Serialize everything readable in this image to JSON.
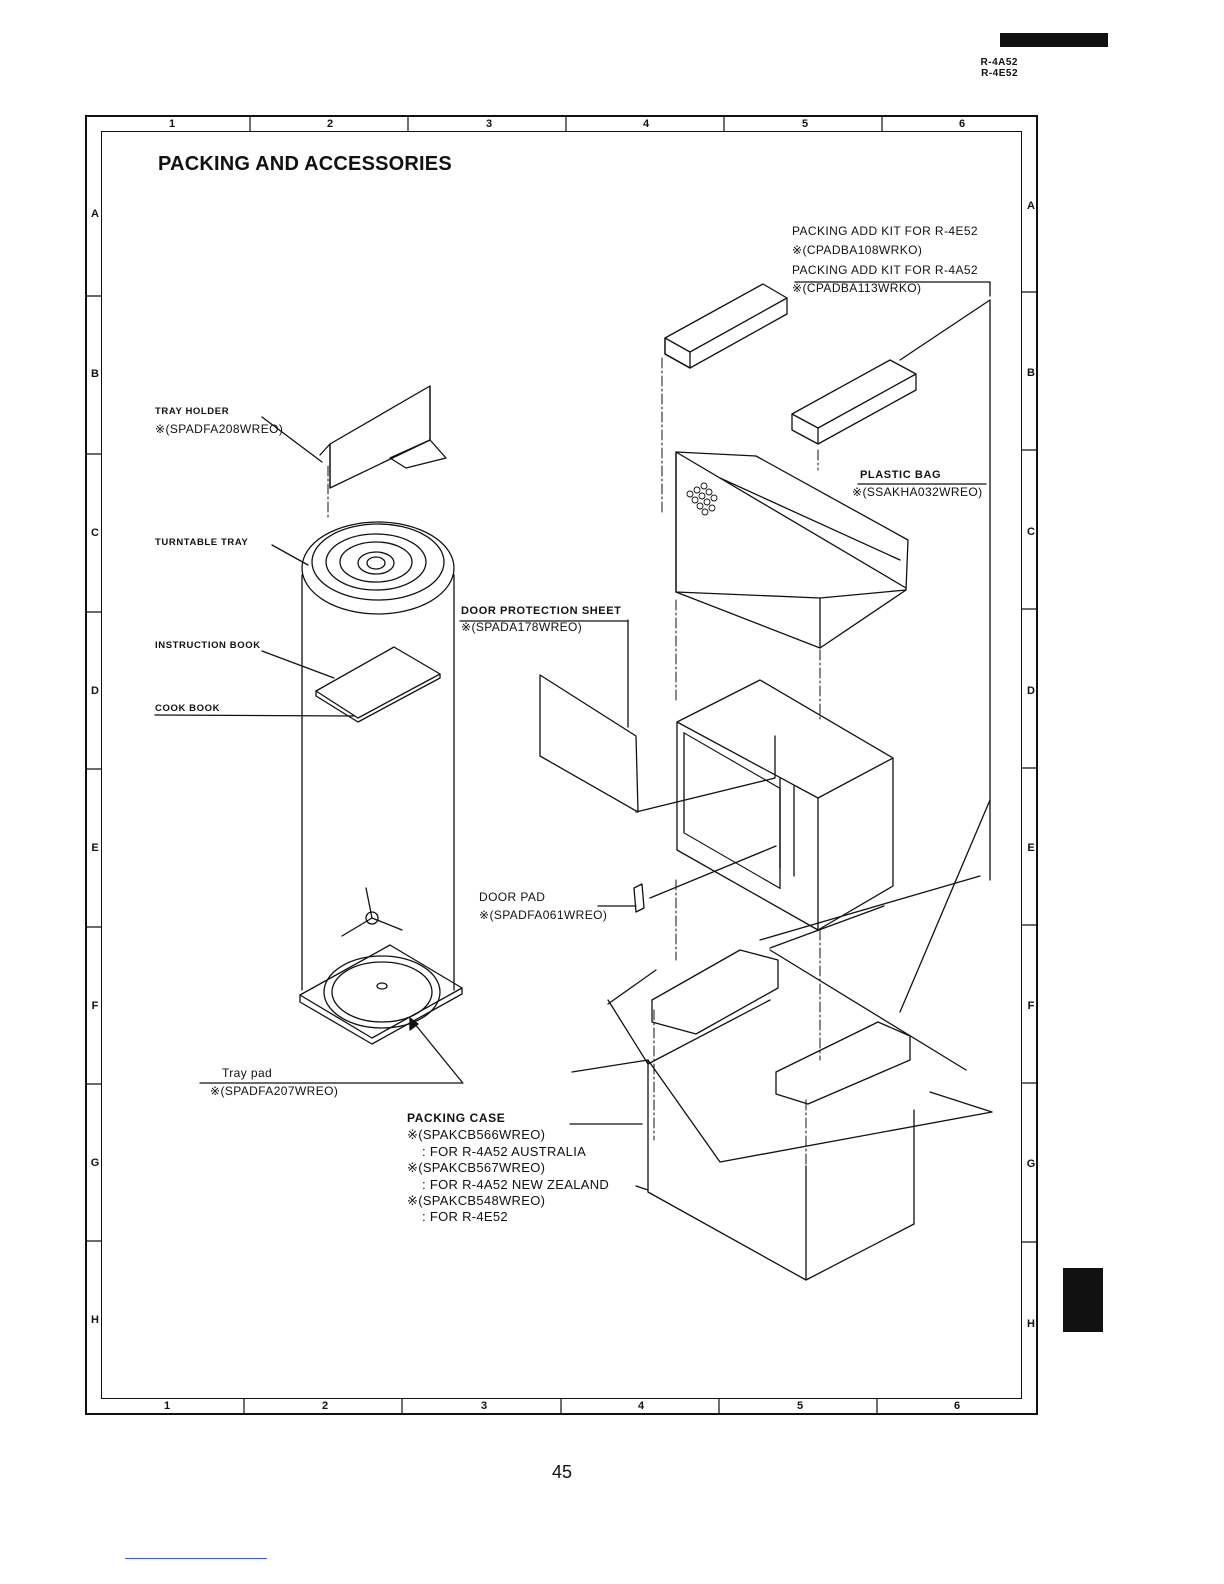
{
  "header": {
    "models": [
      "R-4A52",
      "R-4E52"
    ]
  },
  "grid": {
    "columns": [
      "1",
      "2",
      "3",
      "4",
      "5",
      "6"
    ],
    "rows": [
      "A",
      "B",
      "C",
      "D",
      "E",
      "F",
      "G",
      "H"
    ]
  },
  "title": "PACKING AND ACCESSORIES",
  "parts": {
    "packing_add_kit_e52": {
      "label": "PACKING ADD KIT FOR R-4E52",
      "code": "※(CPADBA108WRKO)"
    },
    "packing_add_kit_a52": {
      "label": "PACKING ADD KIT FOR R-4A52",
      "code": "※(CPADBA113WRKO)"
    },
    "tray_holder": {
      "label": "TRAY HOLDER",
      "code": "※(SPADFA208WREO)"
    },
    "plastic_bag": {
      "label": "PLASTIC BAG",
      "code": "※(SSAKHA032WREO)"
    },
    "turntable_tray": {
      "label": "TURNTABLE TRAY"
    },
    "door_protection_sheet": {
      "label": "DOOR PROTECTION SHEET",
      "code": "※(SPADA178WREO)"
    },
    "instruction_book": {
      "label": "INSTRUCTION BOOK"
    },
    "cook_book": {
      "label": "COOK BOOK"
    },
    "door_pad": {
      "label": "DOOR PAD",
      "code": "※(SPADFA061WREO)"
    },
    "tray_pad": {
      "label": "Tray pad",
      "code": "※(SPADFA207WREO)"
    },
    "packing_case": {
      "label": "PACKING CASE",
      "lines": [
        "※(SPAKCB566WREO)",
        ": FOR R-4A52 AUSTRALIA",
        "※(SPAKCB567WREO)",
        ": FOR R-4A52 NEW ZEALAND",
        "※(SPAKCB548WREO)",
        ": FOR R-4E52"
      ]
    }
  },
  "page_number": "45"
}
